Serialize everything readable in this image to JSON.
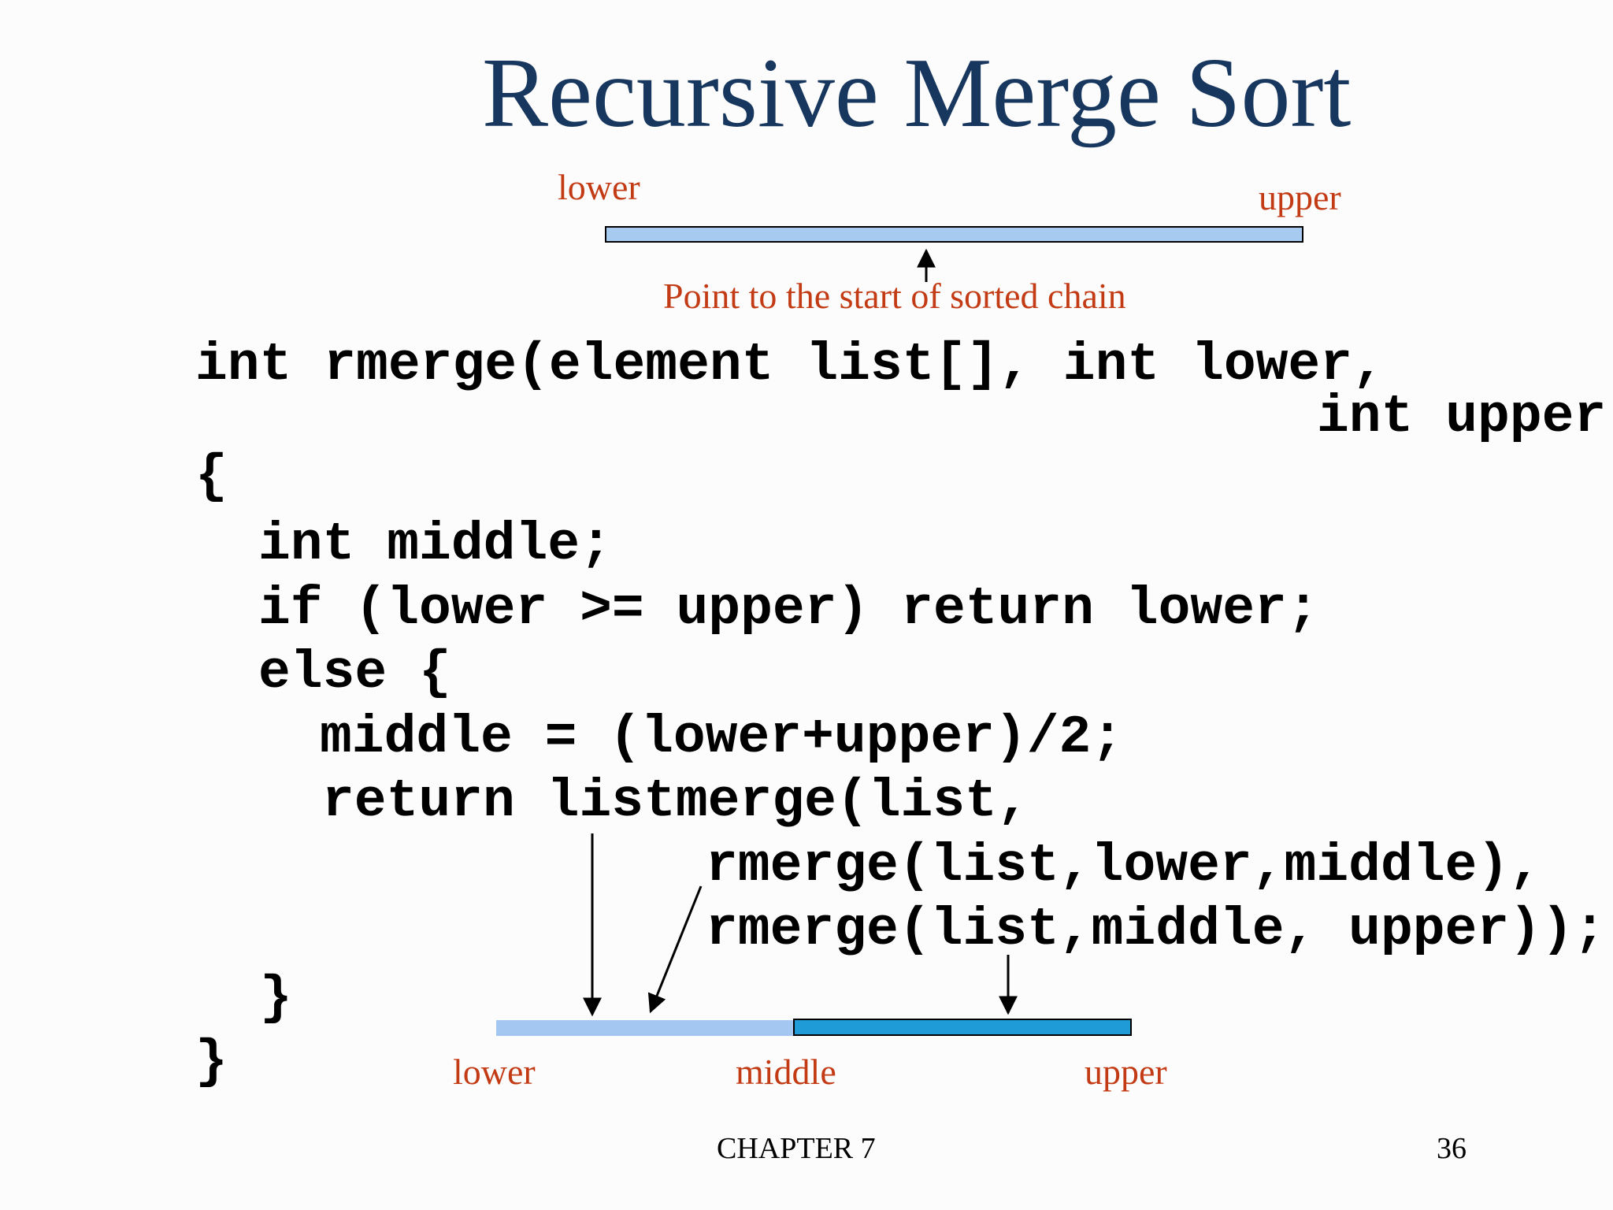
{
  "slide": {
    "title": "Recursive Merge Sort",
    "colors": {
      "title_text": "#17375e",
      "label_text": "#c33b14",
      "bar_light_blue": "#a6caf0",
      "bar_dark_blue": "#1f9cd7",
      "code_text": "#000000"
    },
    "top_diagram": {
      "lower_label": "lower",
      "upper_label": "upper",
      "caption": "Point to the start of sorted chain"
    },
    "code": {
      "lines": [
        "int rmerge(element list[], int lower,",
        "int upper)",
        "{",
        "int middle;",
        "if (lower >= upper) return lower;",
        "else {",
        "middle = (lower+upper)/2;",
        "return listmerge(list,",
        "rmerge(list,lower,middle),",
        "rmerge(list,middle, upper));",
        "}",
        "}"
      ]
    },
    "bottom_diagram": {
      "lower_label": "lower",
      "middle_label": "middle",
      "upper_label": "upper"
    },
    "footer": {
      "chapter": "CHAPTER 7",
      "page_number": "36"
    }
  }
}
